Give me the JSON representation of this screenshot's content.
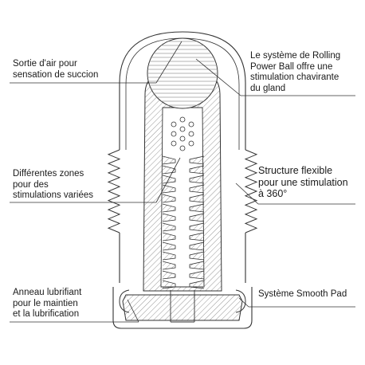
{
  "labels": {
    "air_outlet": {
      "lines": [
        "Sortie d'air pour",
        "sensation de succion"
      ]
    },
    "zones": {
      "lines": [
        "Différentes zones",
        "pour des",
        "stimulations variées"
      ]
    },
    "ring": {
      "lines": [
        "Anneau lubrifiant",
        "pour le maintien",
        "et la lubrification"
      ]
    },
    "rolling_ball": {
      "lines": [
        "Le système de Rolling",
        "Power Ball offre une",
        "stimulation chavirante",
        "du gland"
      ]
    },
    "flex_structure": {
      "lines": [
        "Structure flexible",
        "pour une stimulation",
        "à 360°"
      ]
    },
    "smooth_pad": {
      "lines": [
        "Système Smooth Pad"
      ]
    }
  },
  "colors": {
    "line": "#333333",
    "hatch": "#8a8a8a",
    "background": "#ffffff"
  }
}
